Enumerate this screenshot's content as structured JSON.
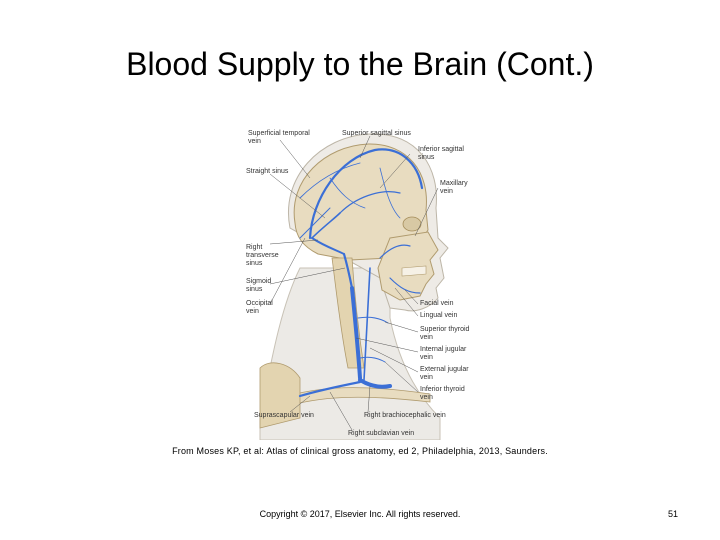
{
  "slide": {
    "title": "Blood Supply to the Brain (Cont.)",
    "citation": "From Moses KP, et al: Atlas of clinical gross anatomy, ed 2, Philadelphia, 2013, Saunders.",
    "copyright": "Copyright © 2017, Elsevier Inc. All rights reserved.",
    "page_number": "51"
  },
  "figure": {
    "labels": {
      "superficial_temporal": "Superficial temporal\nvein",
      "superior_sagittal": "Superior sagittal sinus",
      "inferior_sagittal": "Inferior sagittal\nsinus",
      "straight_sinus": "Straight sinus",
      "maxillary": "Maxillary\nvein",
      "right_transverse": "Right\ntransverse\nsinus",
      "sigmoid": "Sigmoid\nsinus",
      "occipital": "Occipital\nvein",
      "facial": "Facial vein",
      "lingual": "Lingual vein",
      "superior_thyroid": "Superior thyroid\nvein",
      "internal_jugular": "Internal jugular\nvein",
      "external_jugular": "External jugular\nvein",
      "inferior_thyroid": "Inferior thyroid\nvein",
      "suprascapular": "Suprascapular vein",
      "right_brachiocephalic": "Right brachiocephalic vein",
      "right_subclavian": "Right subclavian vein"
    },
    "colors": {
      "bone": "#e8dcc0",
      "vein": "#3b6fd6",
      "skin": "#eceae6",
      "leader": "#555555"
    }
  }
}
